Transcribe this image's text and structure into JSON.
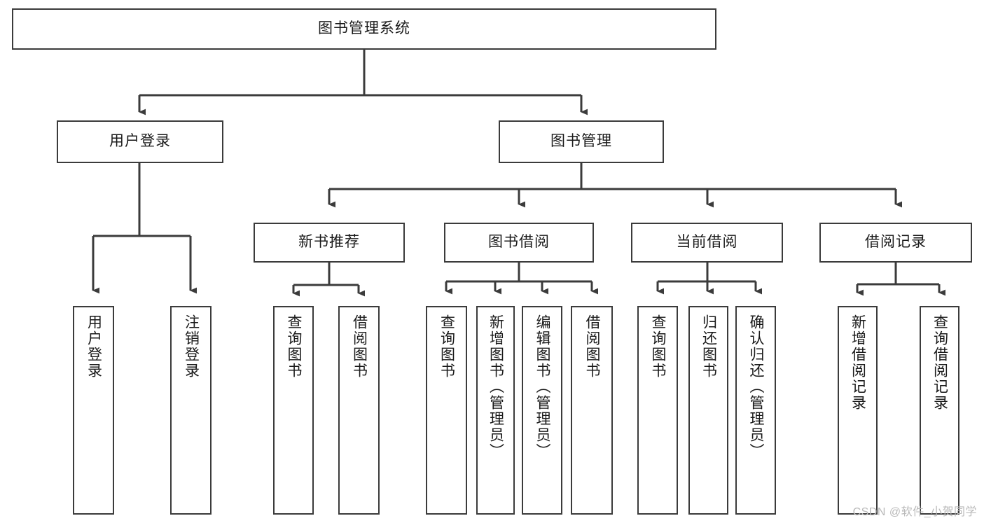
{
  "diagram": {
    "title": "图书管理系统",
    "type": "tree-hierarchy",
    "watermark": "CSDN @软件_小贺同学",
    "colors": {
      "border": "#3b3b3b",
      "background": "#ffffff",
      "text": "#1a1a1a",
      "connector": "#3b3b3b",
      "watermark": "#b9b9b9"
    }
  },
  "nodes": {
    "root": {
      "label": "图书管理系统"
    },
    "level2": [
      {
        "label": "用户登录"
      },
      {
        "label": "图书管理"
      }
    ],
    "level3": [
      {
        "label": "新书推荐"
      },
      {
        "label": "图书借阅"
      },
      {
        "label": "当前借阅"
      },
      {
        "label": "借阅记录"
      }
    ],
    "leaves": {
      "user_login": [
        {
          "label": "用户登录"
        },
        {
          "label": "注销登录"
        }
      ],
      "new_book_recommend": [
        {
          "label": "查询图书"
        },
        {
          "label": "借阅图书"
        }
      ],
      "book_borrow": [
        {
          "label": "查询图书"
        },
        {
          "label": "新增图书（管理员）"
        },
        {
          "label": "编辑图书（管理员）"
        },
        {
          "label": "借阅图书"
        }
      ],
      "current_borrow": [
        {
          "label": "查询图书"
        },
        {
          "label": "归还图书"
        },
        {
          "label": "确认归还（管理员）"
        }
      ],
      "borrow_record": [
        {
          "label": "新增借阅记录"
        },
        {
          "label": "查询借阅记录"
        }
      ]
    }
  }
}
